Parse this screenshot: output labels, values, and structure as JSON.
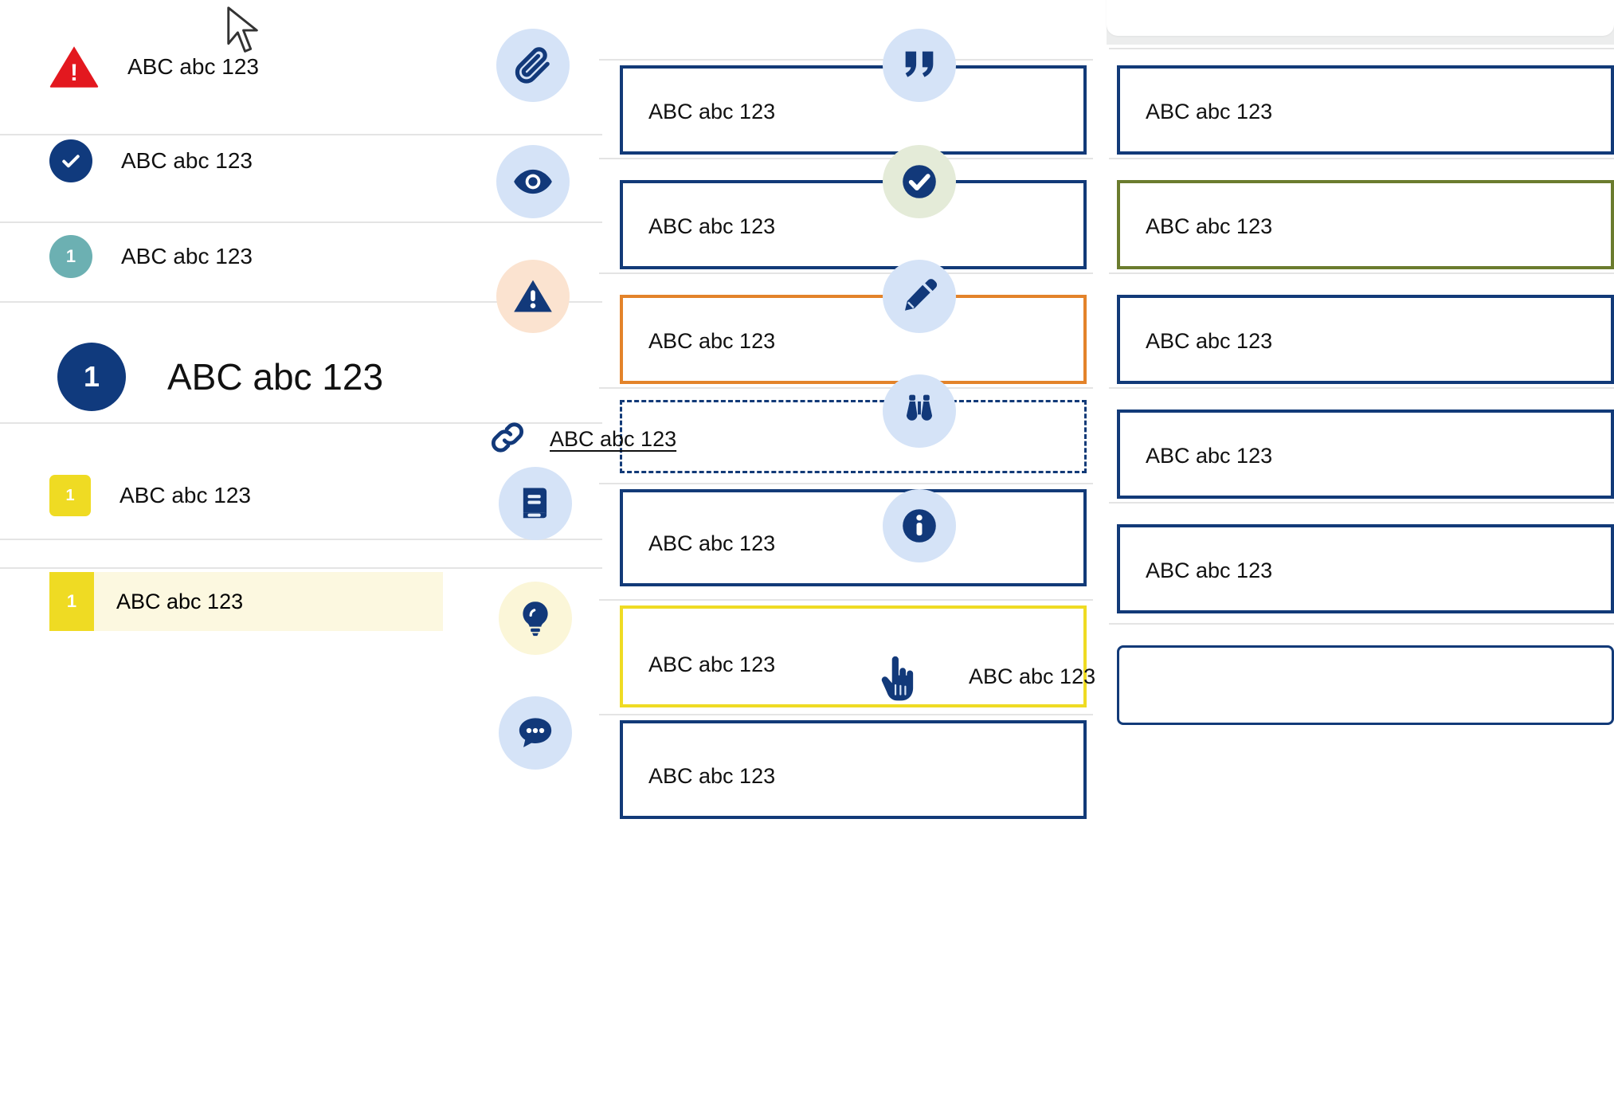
{
  "sample_text": "ABC abc 123",
  "colors": {
    "navy": "#123a78",
    "deep_navy": "#103a7d",
    "red": "#e3181f",
    "orange": "#e3832a",
    "olive": "#6b7c2e",
    "yellow": "#efdb23",
    "teal": "#6cb0b2",
    "icon_blue_bg": "#d5e3f7",
    "icon_peach_bg": "#fbe3d0",
    "icon_green_bg": "#e4ebd8",
    "icon_yellow_bg": "#fbf6d8",
    "highlight_bg": "#fcf8e0",
    "separator": "#e4e4e4",
    "panel_gray": "#eceded"
  },
  "left_column": {
    "rows": [
      {
        "badge": "warning-triangle",
        "badge_text": "!",
        "label": "ABC abc 123",
        "badge_color": "#e3181f"
      },
      {
        "badge": "check-circle",
        "badge_text": "",
        "label": "ABC abc 123",
        "badge_color": "#103a7d"
      },
      {
        "badge": "number-circle",
        "badge_text": "1",
        "label": "ABC abc 123",
        "badge_color": "#6cb0b2"
      },
      {
        "badge": "number-circle-lg",
        "badge_text": "1",
        "label": "ABC abc 123",
        "badge_color": "#103a7d"
      },
      {
        "badge": "number-square",
        "badge_text": "1",
        "label": "ABC abc 123",
        "badge_color": "#efdb23"
      },
      {
        "badge": "number-tab",
        "badge_text": "1",
        "label": "ABC abc 123",
        "badge_color": "#efdb23"
      }
    ]
  },
  "middle_column": {
    "cards": [
      {
        "icon": "paperclip-icon",
        "icon_bg": "blue",
        "border": "navy",
        "label": "ABC abc 123"
      },
      {
        "icon": "eye-icon",
        "icon_bg": "blue",
        "border": "navy",
        "label": "ABC abc 123"
      },
      {
        "icon": "warning-icon",
        "icon_bg": "peach",
        "border": "orange",
        "label": "ABC abc 123"
      },
      {
        "icon": "link-icon",
        "icon_bg": "none",
        "border": "dashed",
        "label": "ABC abc 123"
      },
      {
        "icon": "book-icon",
        "icon_bg": "blue",
        "border": "navy",
        "label": "ABC abc 123"
      },
      {
        "icon": "lightbulb-icon",
        "icon_bg": "yellow",
        "border": "yellow",
        "label": "ABC abc 123"
      },
      {
        "icon": "comment-icon",
        "icon_bg": "blue",
        "border": "navy",
        "label": "ABC abc 123"
      }
    ]
  },
  "right_column": {
    "cards": [
      {
        "icon": "quote-icon",
        "icon_bg": "blue",
        "border": "navy",
        "label": "ABC abc 123"
      },
      {
        "icon": "check-icon",
        "icon_bg": "green",
        "border": "olive",
        "label": "ABC abc 123"
      },
      {
        "icon": "pencil-icon",
        "icon_bg": "blue",
        "border": "navy",
        "label": "ABC abc 123"
      },
      {
        "icon": "binoculars-icon",
        "icon_bg": "blue",
        "border": "navy",
        "label": "ABC abc 123"
      },
      {
        "icon": "info-icon",
        "icon_bg": "blue",
        "border": "navy",
        "label": "ABC abc 123"
      },
      {
        "icon": "pointing-hand-icon",
        "icon_bg": "none",
        "border": "thin",
        "label": "ABC abc 123"
      }
    ]
  }
}
